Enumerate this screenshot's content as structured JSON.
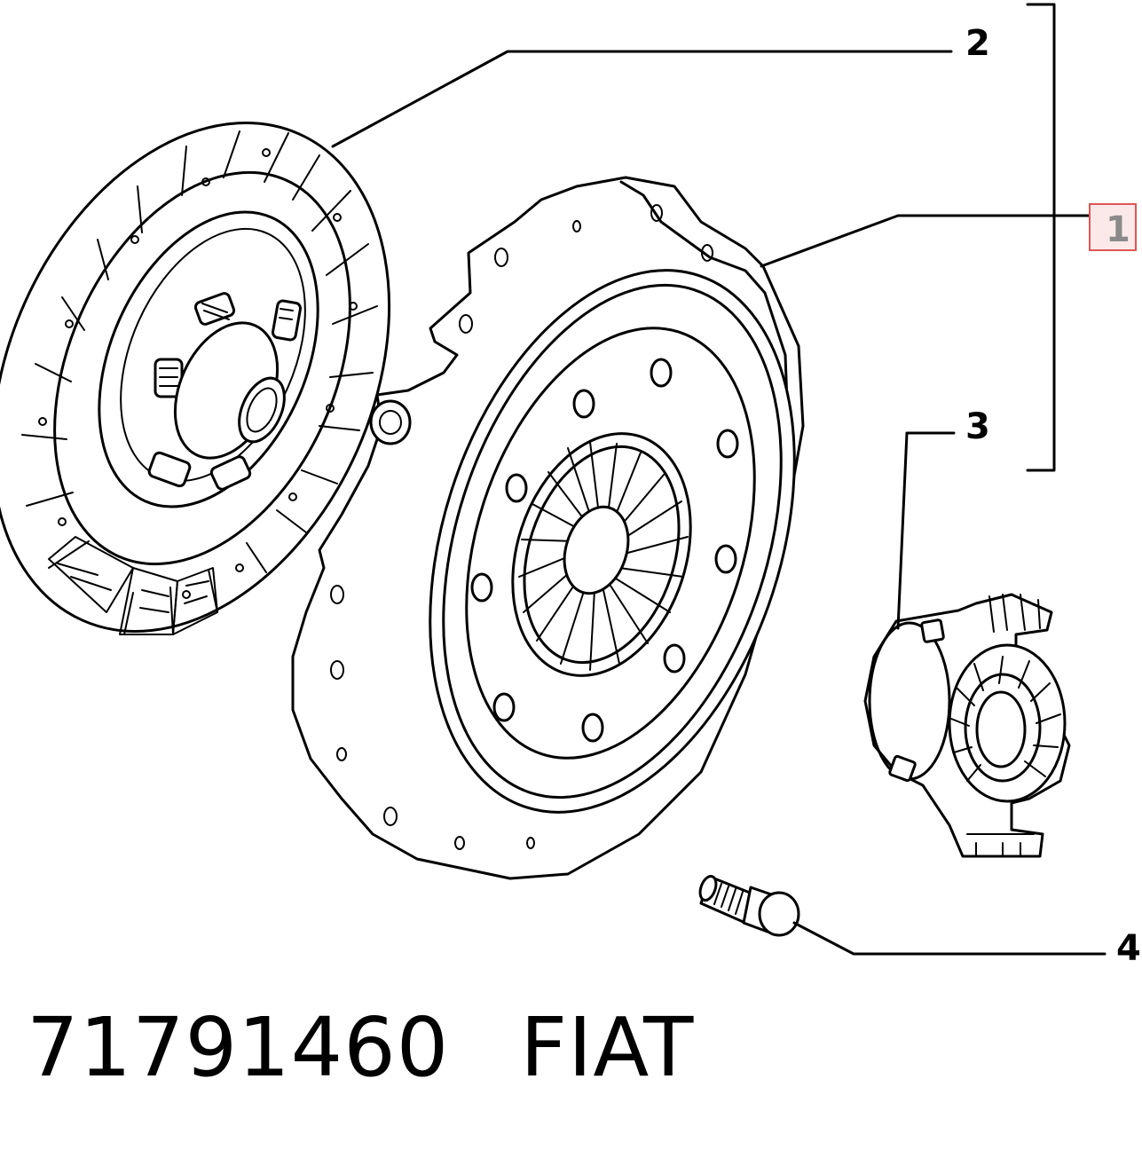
{
  "callouts": {
    "c1": "1",
    "c2": "2",
    "c3": "3",
    "c4": "4"
  },
  "caption": {
    "part_number": "71791460",
    "brand": "FIAT"
  },
  "colors": {
    "line": "#000000",
    "background": "#ffffff",
    "highlight_box": "#e05555",
    "highlight_box_fill": "#fbe9e9",
    "highlight_text": "#8a8a8a"
  },
  "parts": [
    "clutch-disc-icon",
    "pressure-plate-icon",
    "release-bearing-icon",
    "bolt-icon"
  ]
}
